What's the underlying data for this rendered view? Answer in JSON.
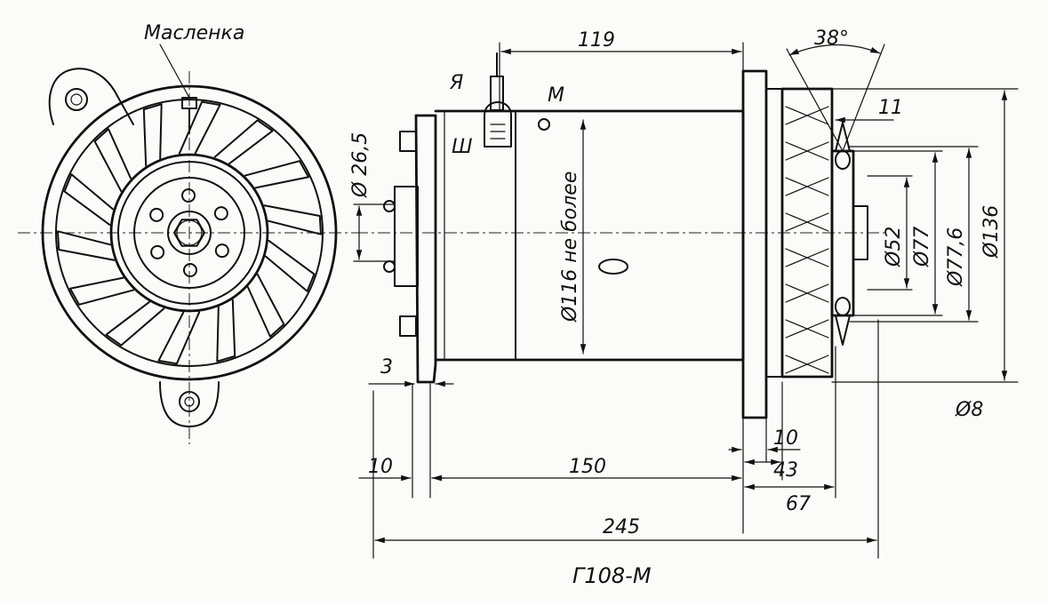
{
  "title": "Г108-М",
  "labels": {
    "oiler": "Масленка",
    "terminal_ya": "Я",
    "terminal_sh": "Ш",
    "terminal_m": "М",
    "diam_body": "Ø116 не более"
  },
  "dimensions": {
    "len_119": "119",
    "angle_38": "38°",
    "d_11": "11",
    "d_26_5": "Ø 26,5",
    "d_52": "Ø52",
    "d_77": "Ø77",
    "d_77_6": "Ø77,6",
    "d_136": "Ø136",
    "d_8": "Ø8",
    "len_3": "3",
    "len_10_left": "10",
    "len_150": "150",
    "len_10_right": "10",
    "len_43": "43",
    "len_67": "67",
    "len_245": "245"
  }
}
